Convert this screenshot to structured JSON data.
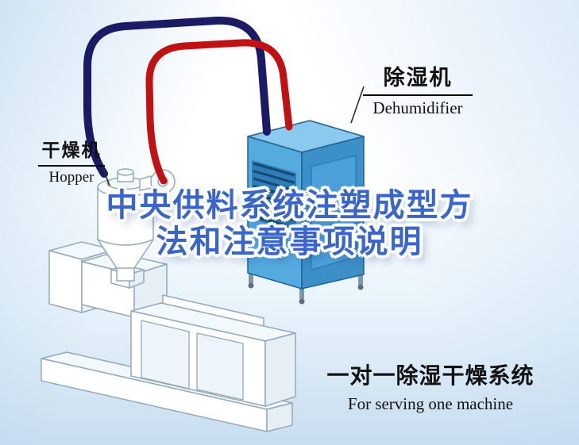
{
  "title": {
    "line1": "中央供料系统注塑成型方",
    "line2": "法和注意事项说明"
  },
  "labels": {
    "dehumidifier": {
      "cn": "除湿机",
      "en": "Dehumidifier"
    },
    "hopper": {
      "cn": "干燥机",
      "en": "Hopper"
    },
    "system": {
      "cn": "一对一除湿干燥系统",
      "en": "For serving one machine"
    }
  },
  "illustration_parts": [
    "dehumidifier-unit",
    "hopper-dryer-unit",
    "injection-molding-machine",
    "red-supply-hose",
    "navy-return-hose"
  ],
  "colors": {
    "title-blue": "#3a66cc",
    "pipe-red": "#c01212",
    "pipe-navy": "#1a1a66",
    "unit-blue": "#55aade",
    "unit-blue-dark": "#3d8fc8",
    "unit-blue-top": "#8cc9ee",
    "unit-outline": "#1e6396",
    "vent-color": "#154a73",
    "line-gray": "#93a9ba",
    "text-black": "#111111"
  }
}
